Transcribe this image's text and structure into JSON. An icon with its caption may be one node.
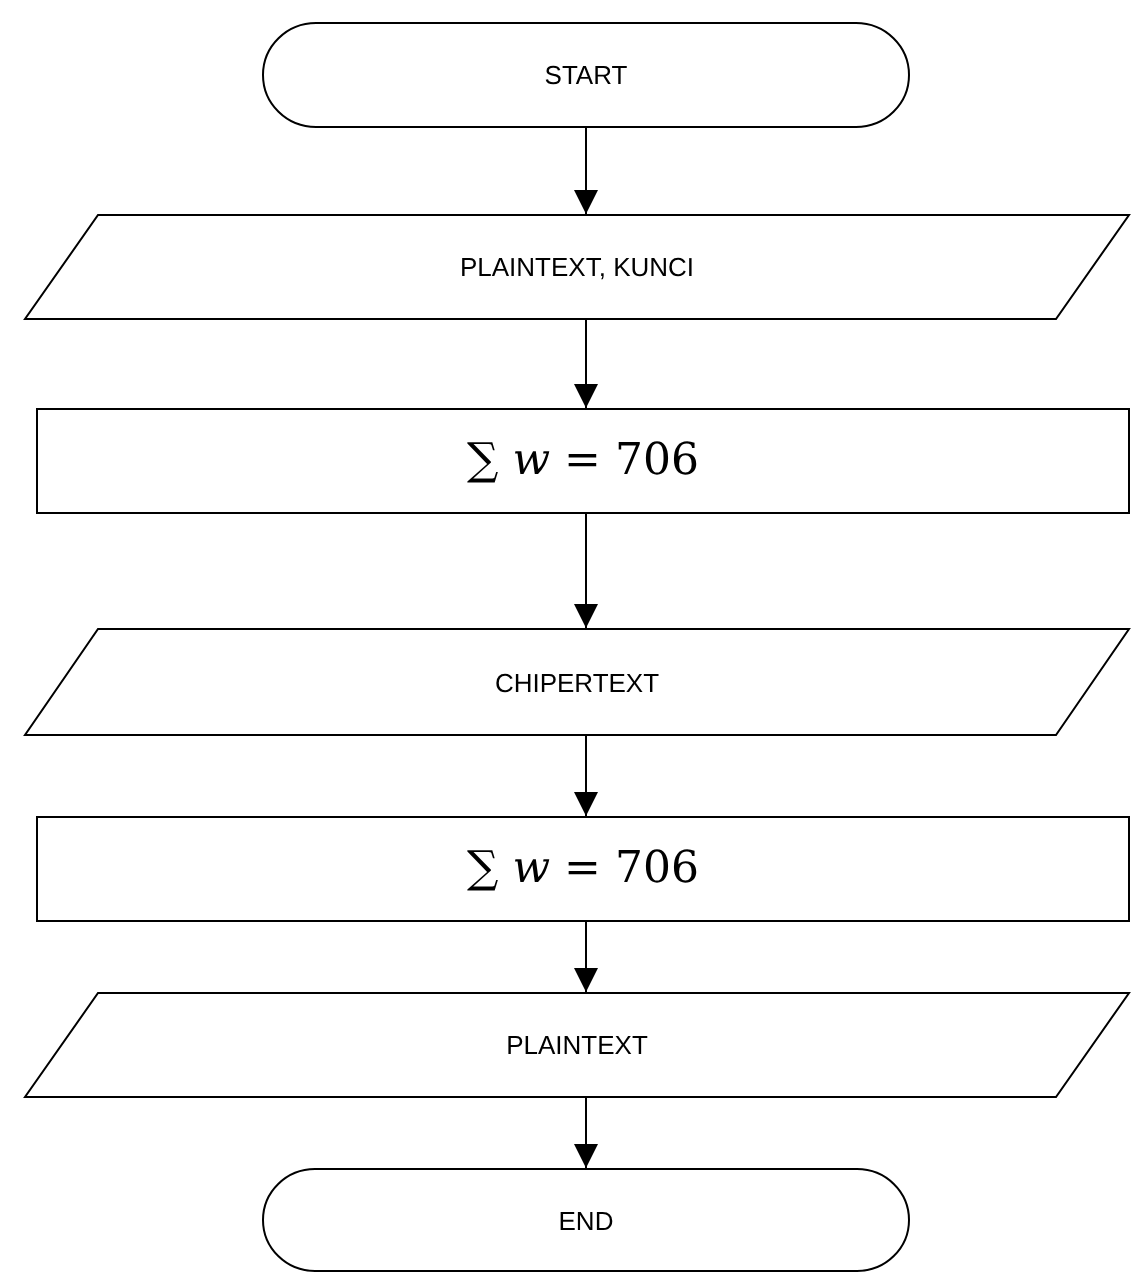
{
  "diagram": {
    "nodes": [
      {
        "text": [
          "START"
        ]
      },
      {
        "text": [
          "PLAINTEXT, KUNCI"
        ]
      },
      {
        "text": [
          "∑ *w* = 706"
        ]
      },
      {
        "text": [
          "CHIPERTEXT"
        ]
      },
      {
        "text": [
          "∑ *w* = 706"
        ]
      },
      {
        "text": [
          "PLAINTEXT"
        ]
      },
      {
        "text": [
          "END"
        ]
      }
    ],
    "edges": [
      {
        "from": 0,
        "to": 1,
        "arrow": "to"
      },
      {
        "from": 1,
        "to": 2,
        "arrow": "to"
      },
      {
        "from": 2,
        "to": 3,
        "arrow": "to"
      },
      {
        "from": 3,
        "to": 4,
        "arrow": "to"
      },
      {
        "from": 4,
        "to": 5,
        "arrow": "to"
      },
      {
        "from": 5,
        "to": 6,
        "arrow": "to"
      }
    ]
  }
}
